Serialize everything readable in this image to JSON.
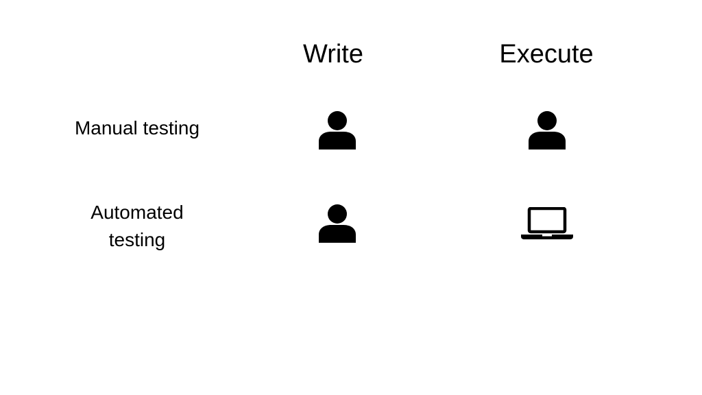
{
  "columns": {
    "write": "Write",
    "execute": "Execute"
  },
  "rows": {
    "manual": "Manual testing",
    "automated": "Automated testing"
  },
  "cells": {
    "manual_write": "person-icon",
    "manual_execute": "person-icon",
    "automated_write": "person-icon",
    "automated_execute": "laptop-icon"
  }
}
